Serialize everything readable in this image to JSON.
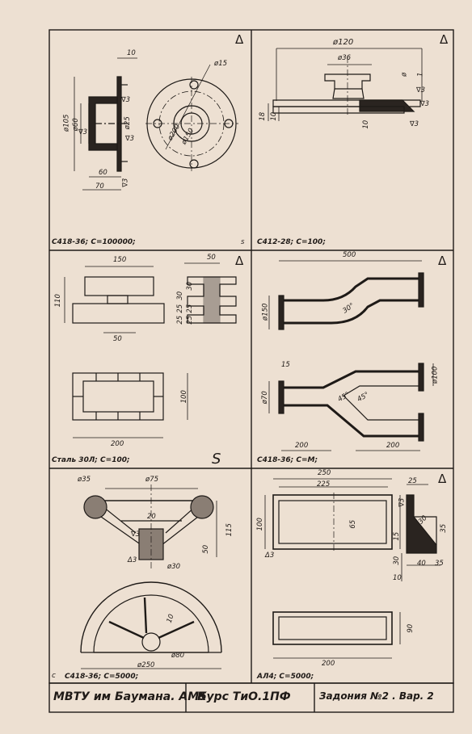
{
  "panels": [
    {
      "id": "flange",
      "caption": "С418-36; С=100000;",
      "mark": "Δ",
      "dims": [
        "10",
        "ø15",
        "ø105",
        "ø60",
        "ø25",
        "ø200",
        "ø150",
        "60",
        "70",
        "∇3",
        "∇3",
        "∇3",
        "∇3",
        "s"
      ]
    },
    {
      "id": "bracket",
      "caption": "С412-28; С=100;",
      "mark": "Δ",
      "dims": [
        "ø120",
        "ø36",
        "ø",
        "1",
        "18",
        "10",
        "10",
        "∇3",
        "∇3",
        "∇3"
      ]
    },
    {
      "id": "cross-block",
      "caption": "Сталь 30Л; С=100;",
      "mark": "Δ",
      "dims": [
        "150",
        "110",
        "50",
        "50",
        "25",
        "25",
        "30",
        "25",
        "25",
        "30",
        "200",
        "100",
        "S"
      ]
    },
    {
      "id": "pipes",
      "caption": "С418-36; С=М;",
      "mark": "Δ",
      "dims": [
        "500",
        "ø150",
        "30°",
        "15",
        "ø70",
        "ø100",
        "45°",
        "45°",
        "200",
        "200"
      ]
    },
    {
      "id": "handwheel",
      "caption": "С418-36; С=5000;",
      "mark": "c",
      "dims": [
        "ø35",
        "ø75",
        "20",
        "∇3",
        "115",
        "50",
        "ø30",
        "Δ3",
        "10",
        "ø80",
        "ø250"
      ]
    },
    {
      "id": "tray",
      "caption": "АЛ4; С=5000;",
      "mark": "Δ",
      "dims": [
        "250",
        "225",
        "100",
        "65",
        "Δ3",
        "25",
        "∇3",
        "30",
        "35",
        "15",
        "40",
        "35",
        "30",
        "10",
        "90",
        "200"
      ]
    }
  ],
  "title_block": {
    "institute": "МВТУ им Баумана. АМ5",
    "course": "Курс  ТиО.1ПФ",
    "assignment": "Задония №2 .  Вар. 2"
  }
}
